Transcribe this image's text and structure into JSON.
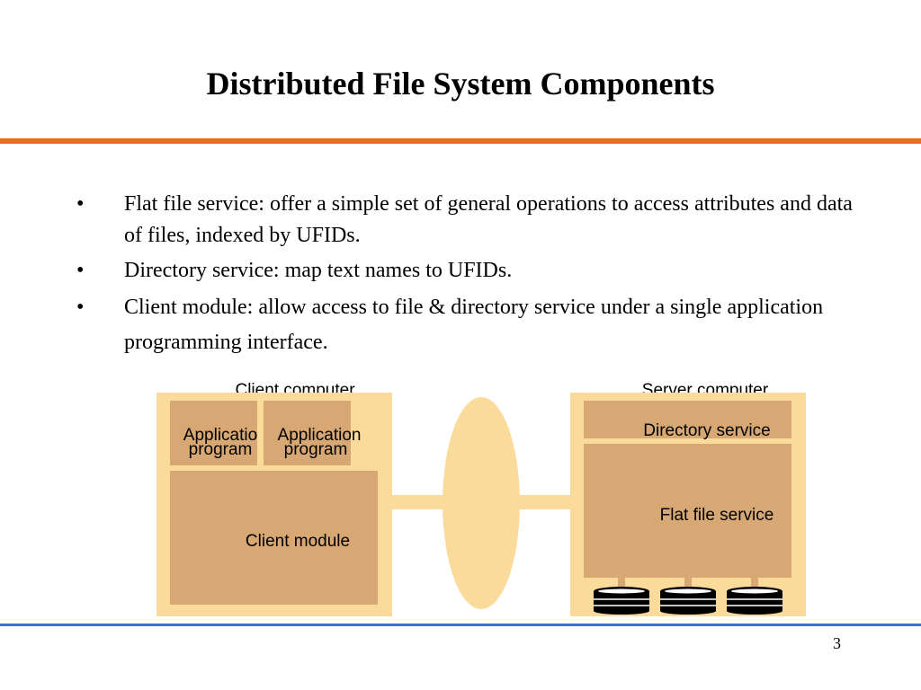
{
  "slide": {
    "title": "Distributed File System Components",
    "page_number": "3"
  },
  "bullets": [
    "Flat file service: offer a simple set of general operations to access attributes and data of files, indexed by UFIDs.",
    "Directory service: map text names to UFIDs.",
    "Client module: allow access to file & directory service under a single application programming interface."
  ],
  "bullet_marker": "•",
  "diagram": {
    "client_computer_label": "Client computer",
    "server_computer_label": "Server computer",
    "app1_line1": "Applicatio",
    "app1_line2": "program",
    "app2_line1": "Application",
    "app2_line2": "program",
    "client_module_label": "Client module",
    "directory_service_label": "Directory service",
    "flat_file_service_label": "Flat file service",
    "disk_count": 3,
    "colors": {
      "outer_box": "#fbdb9c",
      "inner_box": "#d7a873",
      "network": "#fbdb9c",
      "disk": "#000000",
      "title_rule": "#f26b12",
      "footer_rule": "#3d6fd6"
    }
  }
}
